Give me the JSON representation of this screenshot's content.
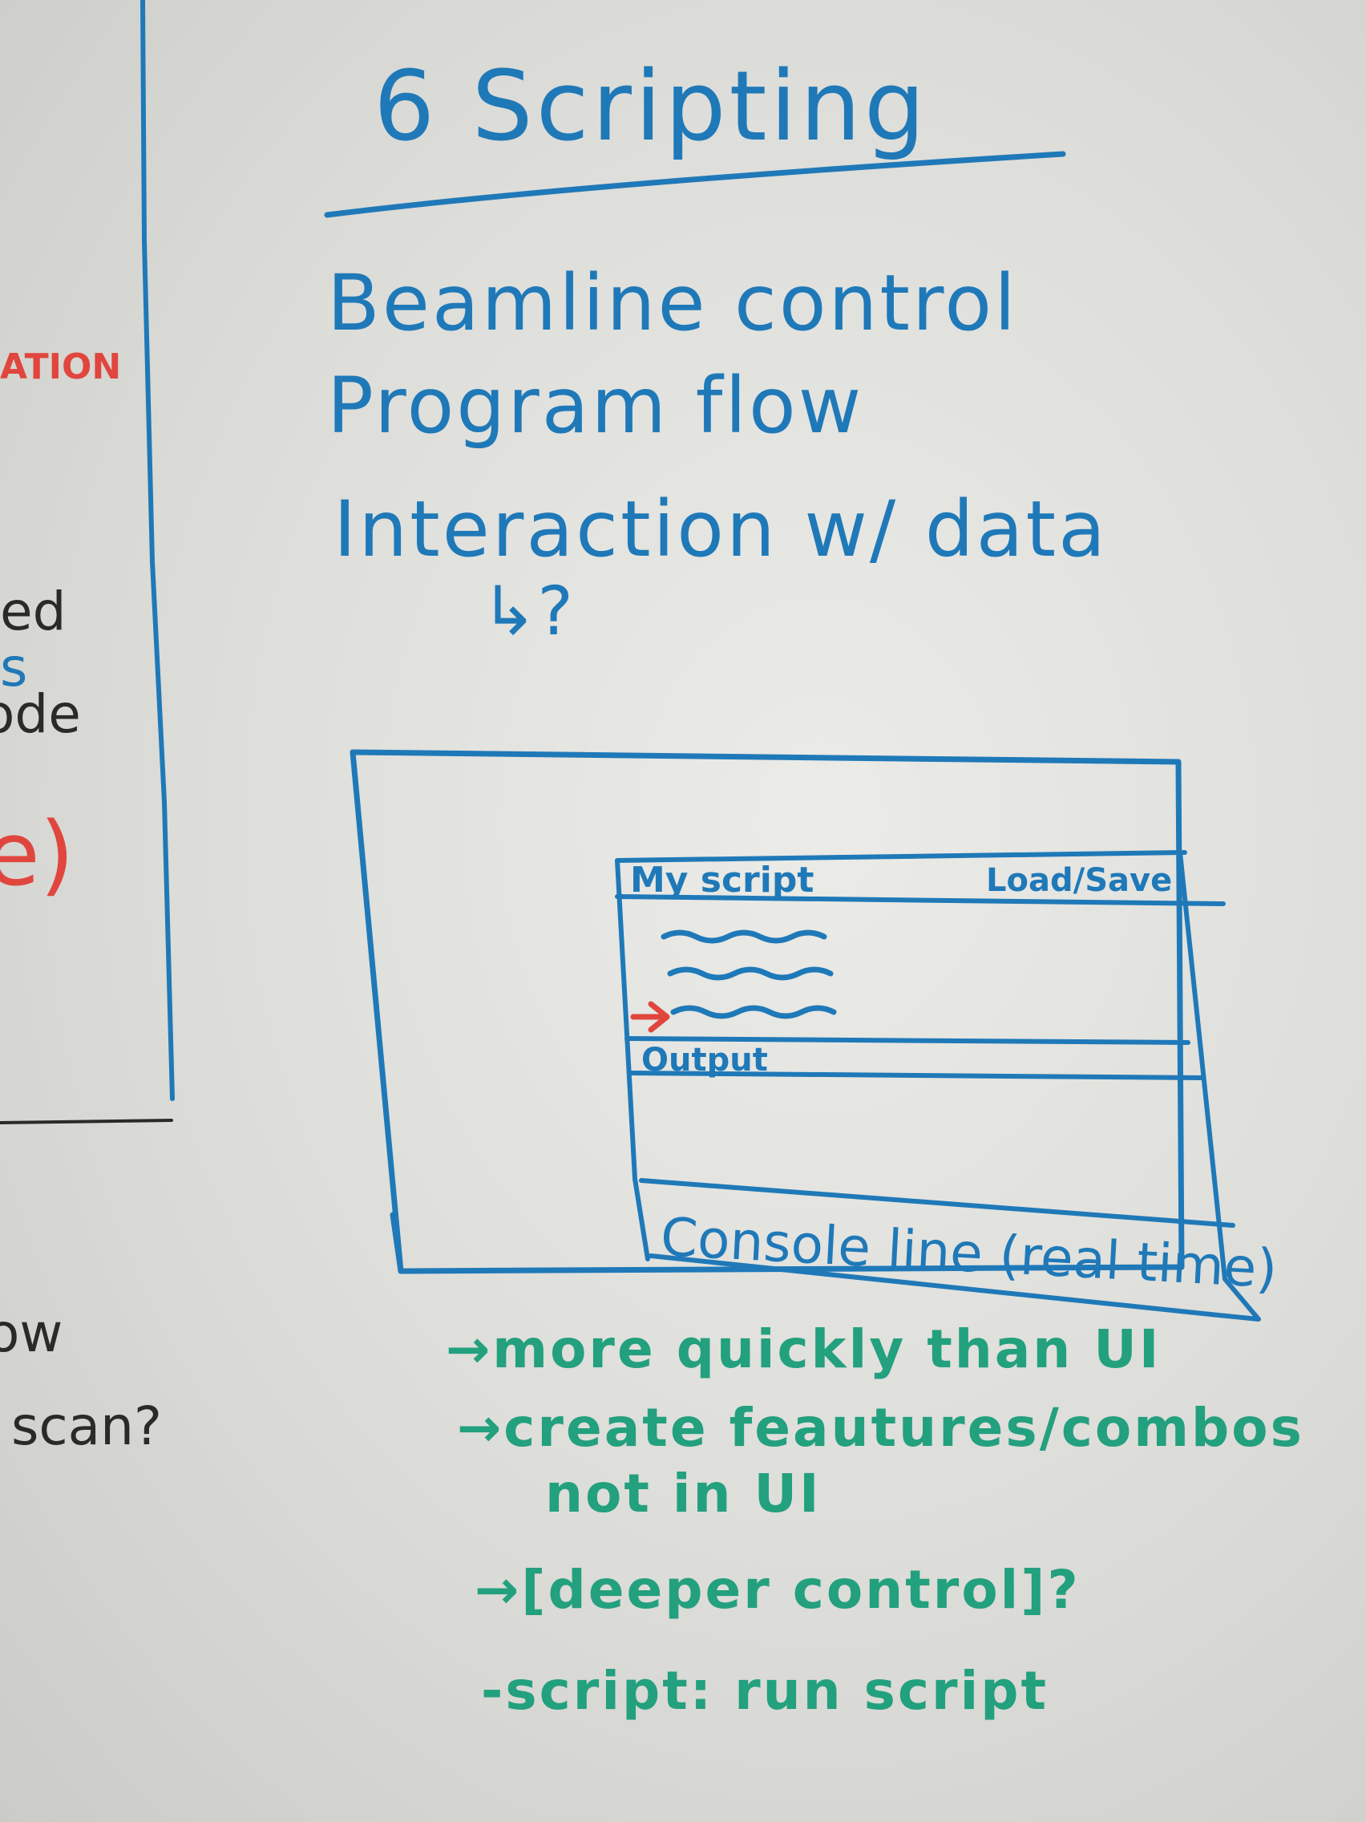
{
  "board": {
    "title": "6 Scripting",
    "list": [
      "Beamline control",
      "Program flow",
      "Interaction w/ data"
    ],
    "question_hook": "↳?"
  },
  "sketch": {
    "script_panel_title": "My script",
    "load_save": "Load/Save",
    "output_label": "Output",
    "console_line": "Console line (real time)"
  },
  "notes": [
    "→more quickly than UI",
    "→create feautures/combos",
    "not in UI",
    "→[deeper control]?",
    "-script: run script"
  ],
  "left_fragments": {
    "red_top": "ATION",
    "black_1": "ed",
    "blue_1": "s",
    "black_2": "ode",
    "red_paren": "e)",
    "black_3": "ow",
    "black_4": "scan?"
  },
  "colors": {
    "ink_blue": "#1f79b8",
    "ink_teal": "#23a07e",
    "ink_black": "#2a2a2a",
    "ink_red": "#e0463d"
  }
}
